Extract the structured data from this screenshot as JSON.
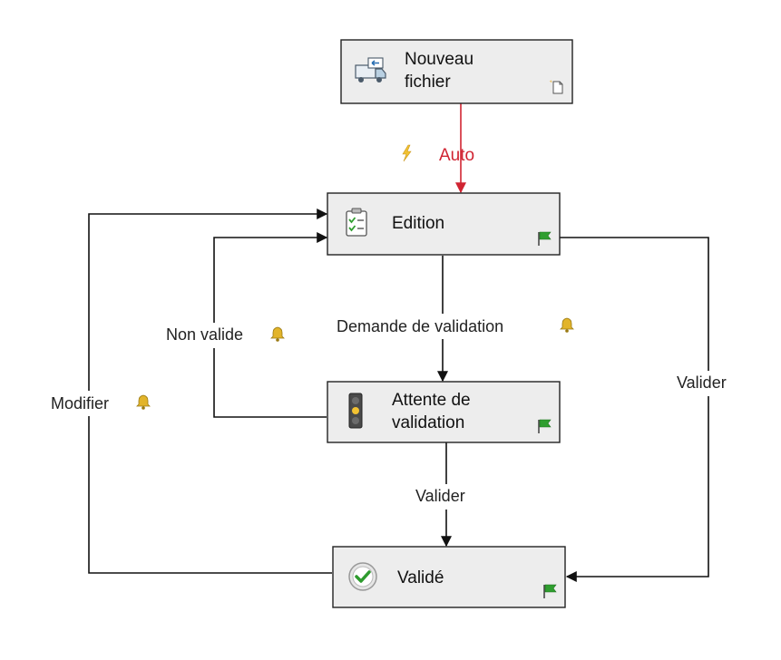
{
  "colors": {
    "node_fill": "#ededed",
    "node_border": "#222222",
    "edge": "#111111",
    "auto_edge": "#d02432",
    "flag": "#2f9e2f",
    "bell": "#e2b42a",
    "lightning": "#f2c232",
    "check_green": "#2e9b2e"
  },
  "nodes": {
    "nouveau": {
      "line1": "Nouveau",
      "line2": "fichier",
      "icon": "truck-icon",
      "badge": "new-document-icon"
    },
    "edition": {
      "label": "Edition",
      "icon": "checklist-icon",
      "badge": "flag-icon"
    },
    "attente": {
      "line1": "Attente de",
      "line2": "validation",
      "icon": "traffic-light-icon",
      "badge": "flag-icon"
    },
    "valide": {
      "label": "Validé",
      "icon": "check-circle-icon",
      "badge": "flag-icon"
    }
  },
  "edges": {
    "auto": {
      "label": "Auto",
      "icon": "lightning-icon"
    },
    "demande": {
      "label": "Demande de validation",
      "icon": "bell-icon"
    },
    "non_valide": {
      "label": "Non valide",
      "icon": "bell-icon"
    },
    "modifier": {
      "label": "Modifier",
      "icon": "bell-icon"
    },
    "valider_right": {
      "label": "Valider"
    },
    "valider_center": {
      "label": "Valider"
    }
  }
}
